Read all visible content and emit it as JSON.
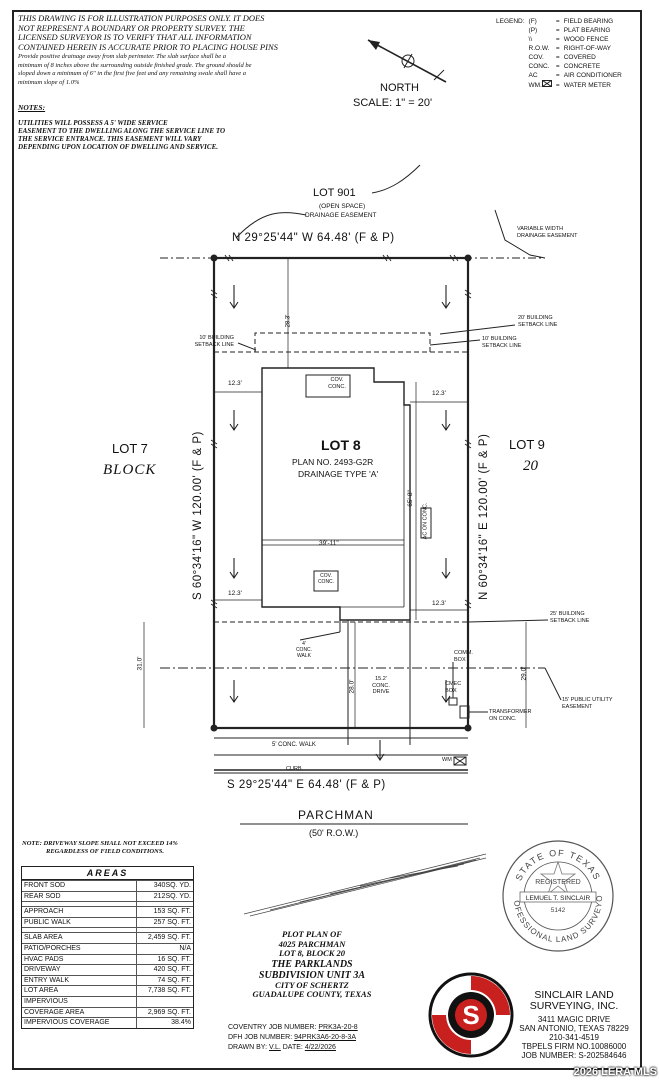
{
  "disclaimer": {
    "main_lines": [
      "THIS DRAWING IS FOR ILLUSTRATION PURPOSES ONLY. IT DOES",
      "NOT REPRESENT A BOUNDARY OR PROPERTY SURVEY. THE",
      "LICENSED SURVEYOR IS TO VERIFY THAT ALL INFORMATION",
      "CONTAINED HEREIN IS ACCURATE PRIOR TO PLACING HOUSE PINS"
    ],
    "drainage_lines": [
      "Provide positive drainage away from slab perimeter. The slab surface shall be a",
      "minimum of 8 inches above the surrounding outside finished grade. The ground should be",
      "sloped down a minimum of 6\" in the first five feet and any remaining swale shall have a",
      "minimum slope of 1.0%"
    ]
  },
  "notes": {
    "title": "NOTES:",
    "utilities_lines": [
      "UTILITIES WILL POSSESS A 5' WIDE SERVICE",
      "EASEMENT TO THE DWELLING ALONG THE SERVICE LINE TO",
      "THE SERVICE ENTRANCE. THIS EASEMENT WILL VARY",
      "DEPENDING UPON LOCATION OF DWELLING AND SERVICE."
    ]
  },
  "legend": {
    "title": "LEGEND:",
    "items": [
      {
        "symbol": "(F)",
        "eq": "=",
        "meaning": "FIELD BEARING"
      },
      {
        "symbol": "(P)",
        "eq": "=",
        "meaning": "PLAT BEARING"
      },
      {
        "symbol": "\\\\",
        "eq": "=",
        "meaning": "WOOD FENCE"
      },
      {
        "symbol": "R.O.W.",
        "eq": "=",
        "meaning": "RIGHT-OF-WAY"
      },
      {
        "symbol": "COV.",
        "eq": "=",
        "meaning": "COVERED"
      },
      {
        "symbol": "CONC.",
        "eq": "=",
        "meaning": "CONCRETE"
      },
      {
        "symbol": "AC",
        "eq": "=",
        "meaning": "AIR CONDITIONER"
      },
      {
        "symbol": "WM.",
        "eq": "=",
        "meaning": "WATER METER"
      }
    ]
  },
  "north": {
    "label": "NORTH",
    "scale": "SCALE: 1\" = 20'"
  },
  "plan": {
    "lot_901": "LOT 901",
    "open_space": "(OPEN SPACE)",
    "drainage_easement": "DRAINAGE EASEMENT",
    "variable_width": [
      "VARIABLE WIDTH",
      "DRAINAGE EASEMENT"
    ],
    "north_bearing": "N 29°25'44\" W 64.48' (F & P)",
    "south_bearing": "S 29°25'44\" E 64.48' (F & P)",
    "west_bearing": "S 60°34'16\" W 120.00' (F & P)",
    "east_bearing": "N 60°34'16\" E 120.00' (F & P)",
    "lot_7": "LOT 7",
    "lot_9": "LOT 9",
    "block_label": "BLOCK",
    "block_number": "20",
    "lot_8": "LOT 8",
    "plan_no": "PLAN NO. 2493-G2R",
    "drainage_type": "DRAINAGE TYPE 'A'",
    "rear_setback_left": [
      "10' BUILDING",
      "SETBACK LINE"
    ],
    "rear_setback_right_top": [
      "20' BUILDING",
      "SETBACK LINE"
    ],
    "rear_setback_right": [
      "10' BUILDING",
      "SETBACK LINE"
    ],
    "front_setback": [
      "25' BUILDING",
      "SETBACK LINE"
    ],
    "utility_easement": [
      "15' PUBLIC UTILITY",
      "EASEMENT"
    ],
    "dim_rear": "28.3'",
    "dim_left_top": "12.3'",
    "dim_right_top": "12.3'",
    "dim_left_bottom": "12.3'",
    "dim_right_bottom": "12.3'",
    "dim_width": "39'-11\"",
    "dim_depth": "65'-8\"",
    "dim_front_left": "31.0'",
    "dim_front_mid": "28.0'",
    "dim_front_right": "29.0'",
    "cov_conc_top": [
      "COV.",
      "CONC."
    ],
    "cov_conc_bottom": [
      "COV.",
      "CONC."
    ],
    "ac_on_conc": "AC ON CONC.",
    "conc_walk": [
      "4'",
      "CONC.",
      "WALK"
    ],
    "conc_drive": [
      "15.2'",
      "CONC.",
      "DRIVE"
    ],
    "comm_box": [
      "COMM.",
      "BOX"
    ],
    "cmec_box": [
      "CMEC",
      "BOX"
    ],
    "transformer": [
      "TRANSFORMER",
      "ON CONC."
    ],
    "sidewalk": "5' CONC. WALK",
    "curb": "CURB",
    "wm": "WM",
    "street": "PARCHMAN",
    "row": "(50' R.O.W.)"
  },
  "driveway_note": [
    "NOTE: DRIVEWAY SLOPE SHALL NOT EXCEED 14%",
    "REGARDLESS OF FIELD CONDITIONS."
  ],
  "areas": {
    "title": "AREAS",
    "groups": [
      [
        {
          "label": "FRONT SOD",
          "value": "340SQ. YD."
        },
        {
          "label": "REAR SOD",
          "value": "212SQ. YD."
        }
      ],
      [
        {
          "label": "APPROACH",
          "value": "153 SQ. FT."
        },
        {
          "label": "PUBLIC WALK",
          "value": "257 SQ. FT."
        }
      ],
      [
        {
          "label": "SLAB AREA",
          "value": "2,459 SQ. FT."
        },
        {
          "label": "PATIO/PORCHES",
          "value": "N/A"
        },
        {
          "label": "HVAC PADS",
          "value": "16 SQ. FT."
        },
        {
          "label": "DRIVEWAY",
          "value": "420 SQ. FT."
        },
        {
          "label": "ENTRY WALK",
          "value": "74 SQ. FT."
        },
        {
          "label": "LOT AREA",
          "value": "7,738 SQ. FT."
        },
        {
          "label": "IMPERVIOUS",
          "value": ""
        },
        {
          "label": "COVERAGE AREA",
          "value": "2,969 SQ. FT."
        },
        {
          "label": "IMPERVIOUS COVERAGE",
          "value": "38.4%"
        }
      ]
    ]
  },
  "plot_title": [
    "PLOT PLAN OF",
    "4025 PARCHMAN",
    "LOT 8, BLOCK 20",
    "THE PARKLANDS",
    "SUBDIVISION UNIT 3A",
    "CITY OF SCHERTZ",
    "GUADALUPE COUNTY, TEXAS"
  ],
  "job_info": {
    "coventry_label": "COVENTRY JOB NUMBER:",
    "coventry_value": "PRK3A-20-8",
    "dfh_label": "DFH JOB NUMBER:",
    "dfh_value": "94PRK3A6-20-8-3A",
    "drawn_label": "DRAWN BY:",
    "drawn_value": "V.L.",
    "date_label": "DATE:",
    "date_value": "4/22/2026"
  },
  "seal": {
    "top_text": "STATE OF TEXAS",
    "registered": "REGISTERED",
    "name": "LEMUEL T. SINCLAIR",
    "number": "5142",
    "bottom_text": "PROFESSIONAL LAND SURVEYOR"
  },
  "company": {
    "name_1": "SINCLAIR LAND",
    "name_2": "SURVEYING, INC.",
    "address_1": "3411 MAGIC DRIVE",
    "address_2": "SAN ANTONIO, TEXAS 78229",
    "phone": "210-341-4519",
    "firm": "TBPELS FIRM NO.10086000",
    "job": "JOB NUMBER: S-202584646",
    "logo_letter": "S"
  },
  "watermark": "2026 LERA MLS",
  "colors": {
    "line": "#222222",
    "logo_red": "#c8201e",
    "logo_black": "#111111"
  }
}
